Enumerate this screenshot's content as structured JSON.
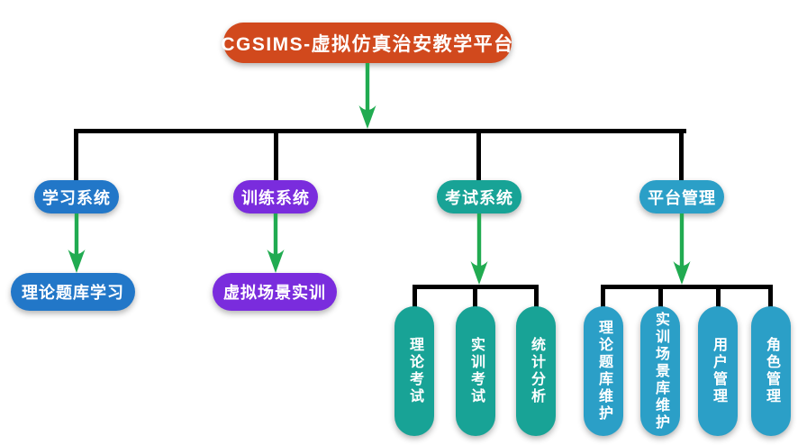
{
  "colors": {
    "background": "#ffffff",
    "text": "#ffffff",
    "root": "#d1491d",
    "study": "#2277c8",
    "train": "#7a2cdd",
    "exam": "#18a396",
    "platform": "#2b9fc7",
    "arrow": "#21ab51",
    "connector": "#000000"
  },
  "root": {
    "label": "CGSIMS-虚拟仿真治安教学平台"
  },
  "branches": [
    {
      "label": "学习系统",
      "children": [
        "理论题库学习"
      ]
    },
    {
      "label": "训练系统",
      "children": [
        "虚拟场景实训"
      ]
    },
    {
      "label": "考试系统",
      "children": [
        "理论考试",
        "实训考试",
        "统计分析"
      ]
    },
    {
      "label": "平台管理",
      "children": [
        "理论题库维护",
        "实训场景库维护",
        "用户管理",
        "角色管理"
      ]
    }
  ]
}
